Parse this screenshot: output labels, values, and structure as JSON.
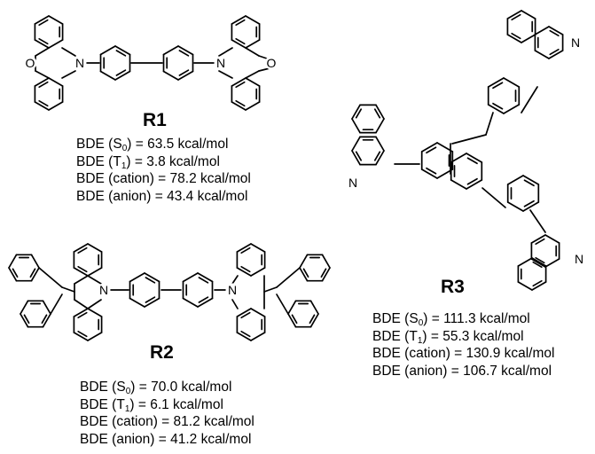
{
  "compounds": [
    {
      "id": "R1",
      "label": "R1",
      "heteroatom_labels": [
        "N",
        "O"
      ],
      "bde": [
        {
          "prefix": "BDE (S",
          "sub": "0",
          "suffix": ") = 63.5 kcal/mol"
        },
        {
          "prefix": "BDE (T",
          "sub": "1",
          "suffix": ") = 3.8 kcal/mol"
        },
        {
          "prefix": "BDE (cation) = 78.2 kcal/mol",
          "sub": "",
          "suffix": ""
        },
        {
          "prefix": "BDE (anion) = 43.4 kcal/mol",
          "sub": "",
          "suffix": ""
        }
      ]
    },
    {
      "id": "R2",
      "label": "R2",
      "heteroatom_labels": [
        "N"
      ],
      "bde": [
        {
          "prefix": "BDE (S",
          "sub": "0",
          "suffix": ") = 70.0 kcal/mol"
        },
        {
          "prefix": "BDE (T",
          "sub": "1",
          "suffix": ") = 6.1 kcal/mol"
        },
        {
          "prefix": "BDE (cation) = 81.2 kcal/mol",
          "sub": "",
          "suffix": ""
        },
        {
          "prefix": "BDE (anion) = 41.2 kcal/mol",
          "sub": "",
          "suffix": ""
        }
      ]
    },
    {
      "id": "R3",
      "label": "R3",
      "heteroatom_labels": [
        "N"
      ],
      "bde": [
        {
          "prefix": "BDE (S",
          "sub": "0",
          "suffix": ") = 111.3 kcal/mol"
        },
        {
          "prefix": "BDE (T",
          "sub": "1",
          "suffix": ") = 55.3 kcal/mol"
        },
        {
          "prefix": "BDE (cation) = 130.9 kcal/mol",
          "sub": "",
          "suffix": ""
        },
        {
          "prefix": "BDE (anion) = 106.7 kcal/mol",
          "sub": "",
          "suffix": ""
        }
      ]
    }
  ]
}
